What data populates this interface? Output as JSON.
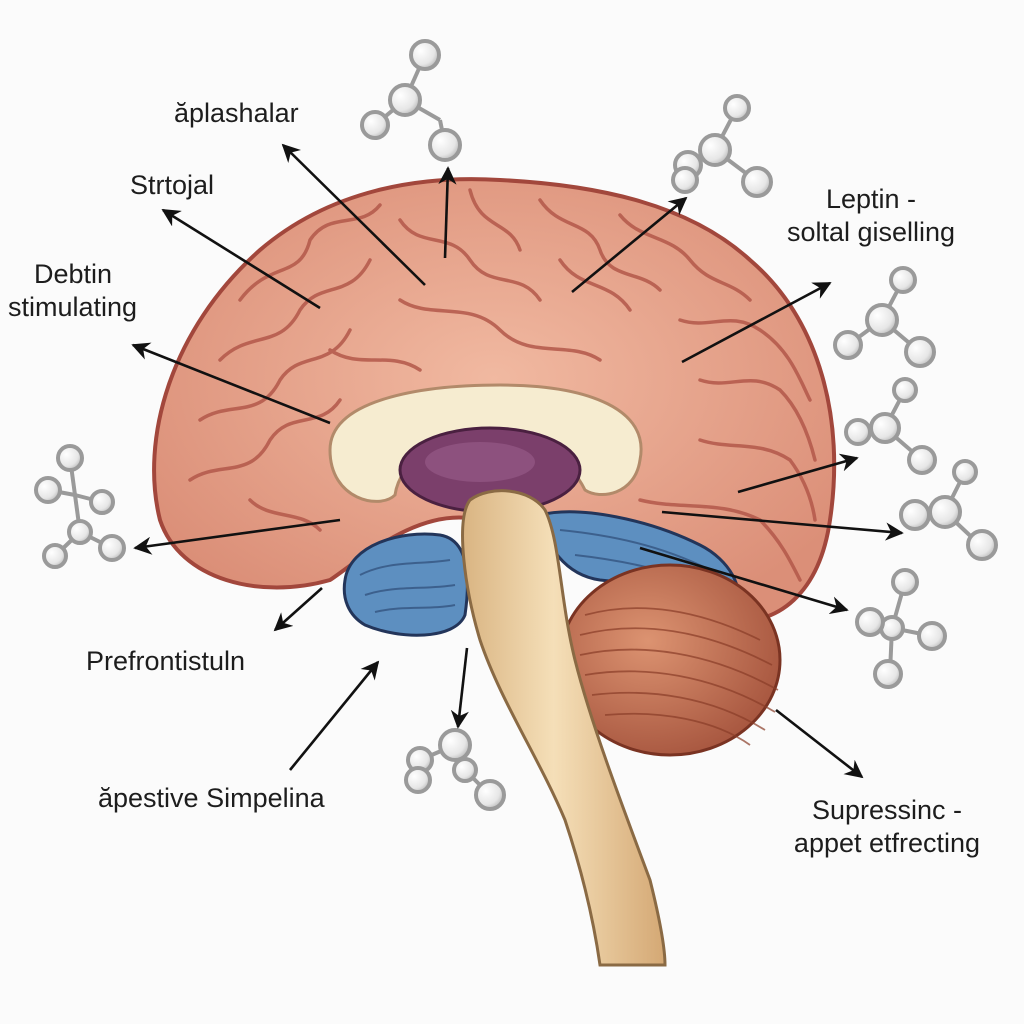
{
  "labels": {
    "aplashalar": "ăplashalar",
    "strtojal": "Strtojal",
    "debtin_1": "Debtin",
    "debtin_2": "stimulating",
    "leptin_1": "Leptin -",
    "leptin_2": "soltal giselling",
    "prefront": "Prefrontistuln",
    "apestive": "ăpestive Simpelina",
    "supress_1": "Supressinc -",
    "supress_2": "appet etfrecting"
  },
  "colors": {
    "background": "#fbfbfb",
    "cortex": "#e7a58d",
    "cortex_outline": "#a2473c",
    "corpus_callosum": "#f6ecd0",
    "thalamus": "#7b3f6b",
    "midbrain": "#5d8fc0",
    "cerebellum": "#c77757",
    "brainstem": "#edcf9f",
    "molecule": "#e9e9e9",
    "arrow": "#111111"
  },
  "icons": [
    "molecule-icon",
    "arrow-icon"
  ]
}
